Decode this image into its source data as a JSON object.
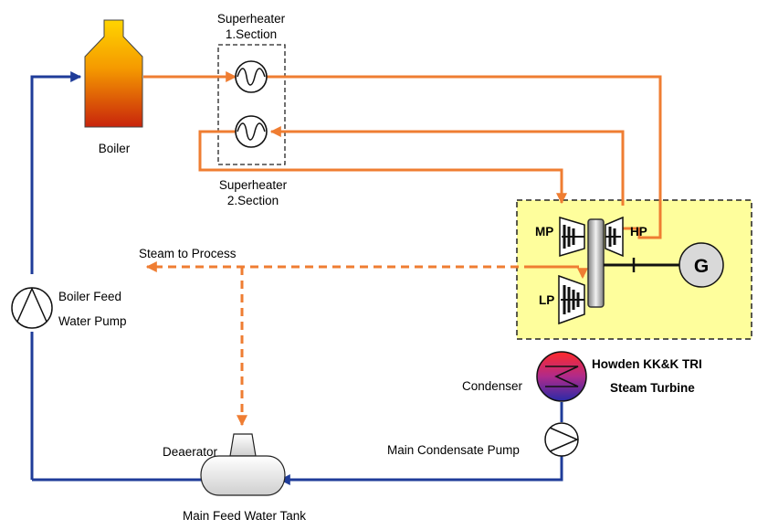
{
  "labels": {
    "boiler": "Boiler",
    "sh1_line1": "Superheater",
    "sh1_line2": "1.Section",
    "sh2_line1": "Superheater",
    "sh2_line2": "2.Section",
    "steam_to_process": "Steam to Process",
    "bfwp_line1": "Boiler Feed",
    "bfwp_line2": "Water Pump",
    "mp": "MP",
    "hp": "HP",
    "lp": "LP",
    "generator": "G",
    "turbine_line1": "Howden KK&K  TRI",
    "turbine_line2": "Steam Turbine",
    "condenser": "Condenser",
    "condensate_pump": "Main Condensate Pump",
    "deaerator": "Deaerator",
    "feed_tank": "Main Feed Water Tank"
  },
  "colors": {
    "steam": "#ef7d32",
    "water": "#1f3c99",
    "turbine_box_fill": "#fefe9c",
    "generator_fill": "#d9d9d9"
  }
}
